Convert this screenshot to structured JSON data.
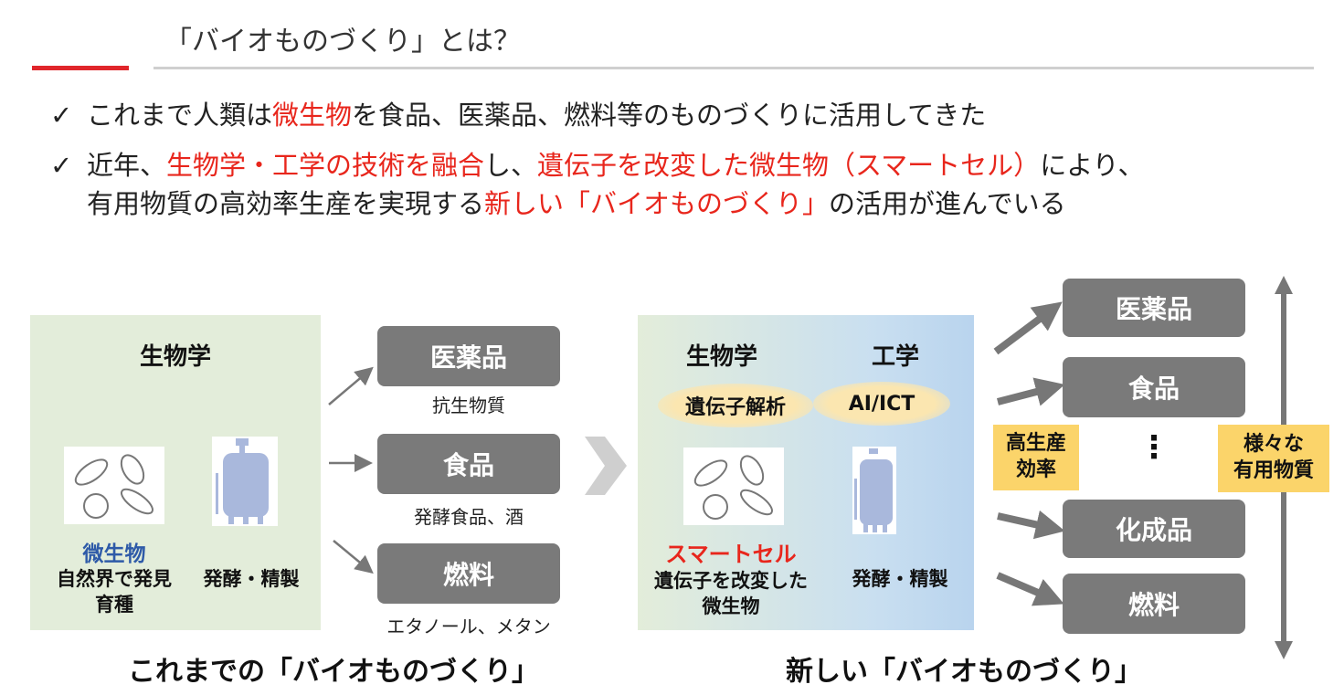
{
  "header": {
    "title": "「バイオものづくり」とは？"
  },
  "bullets": [
    {
      "check": "✓",
      "segments": [
        {
          "text": "これまで人類は",
          "red": false
        },
        {
          "text": "微生物",
          "red": true
        },
        {
          "text": "を食品、医薬品、燃料等のものづくりに活用してきた",
          "red": false
        }
      ]
    },
    {
      "check": "✓",
      "segments": [
        {
          "text": "近年、",
          "red": false
        },
        {
          "text": "生物学・工学の技術を融合",
          "red": true
        },
        {
          "text": "し、",
          "red": false
        },
        {
          "text": "遺伝子を改変した微生物（スマートセル）",
          "red": true
        },
        {
          "text": "により、",
          "red": false
        }
      ]
    },
    {
      "check": "",
      "segments": [
        {
          "text": "有用物質の高効率生産を実現する",
          "red": false
        },
        {
          "text": "新しい「バイオものづくり」",
          "red": true
        },
        {
          "text": "の活用が進んでいる",
          "red": false
        }
      ]
    }
  ],
  "left": {
    "heading": "生物学",
    "microbe_label": "微生物",
    "microbe_desc1": "自然界で発見",
    "microbe_desc2": "育種",
    "process": "発酵・精製",
    "products": [
      {
        "name": "医薬品",
        "example": "抗生物質"
      },
      {
        "name": "食品",
        "example": "発酵食品、酒"
      },
      {
        "name": "燃料",
        "example": "エタノール、メタン"
      }
    ],
    "caption": "これまでの「バイオものづくり」"
  },
  "right": {
    "heading_bio": "生物学",
    "heading_eng": "工学",
    "tech_bio": "遺伝子解析",
    "tech_eng": "AI/ICT",
    "smartcell": "スマートセル",
    "smartcell_desc1": "遺伝子を改変した",
    "smartcell_desc2": "微生物",
    "process": "発酵・精製",
    "products": [
      "医薬品",
      "食品",
      "化成品",
      "燃料"
    ],
    "ellipsis": "⋮",
    "efficiency": "高生産\n効率",
    "variety": "様々な\n有用物質",
    "caption": "新しい「バイオものづくり」"
  },
  "colors": {
    "accent_red": "#e8261c",
    "box_gray": "#7a7a7a",
    "highlight": "#fbd46a",
    "microbe_blue": "#2e5aa8"
  }
}
